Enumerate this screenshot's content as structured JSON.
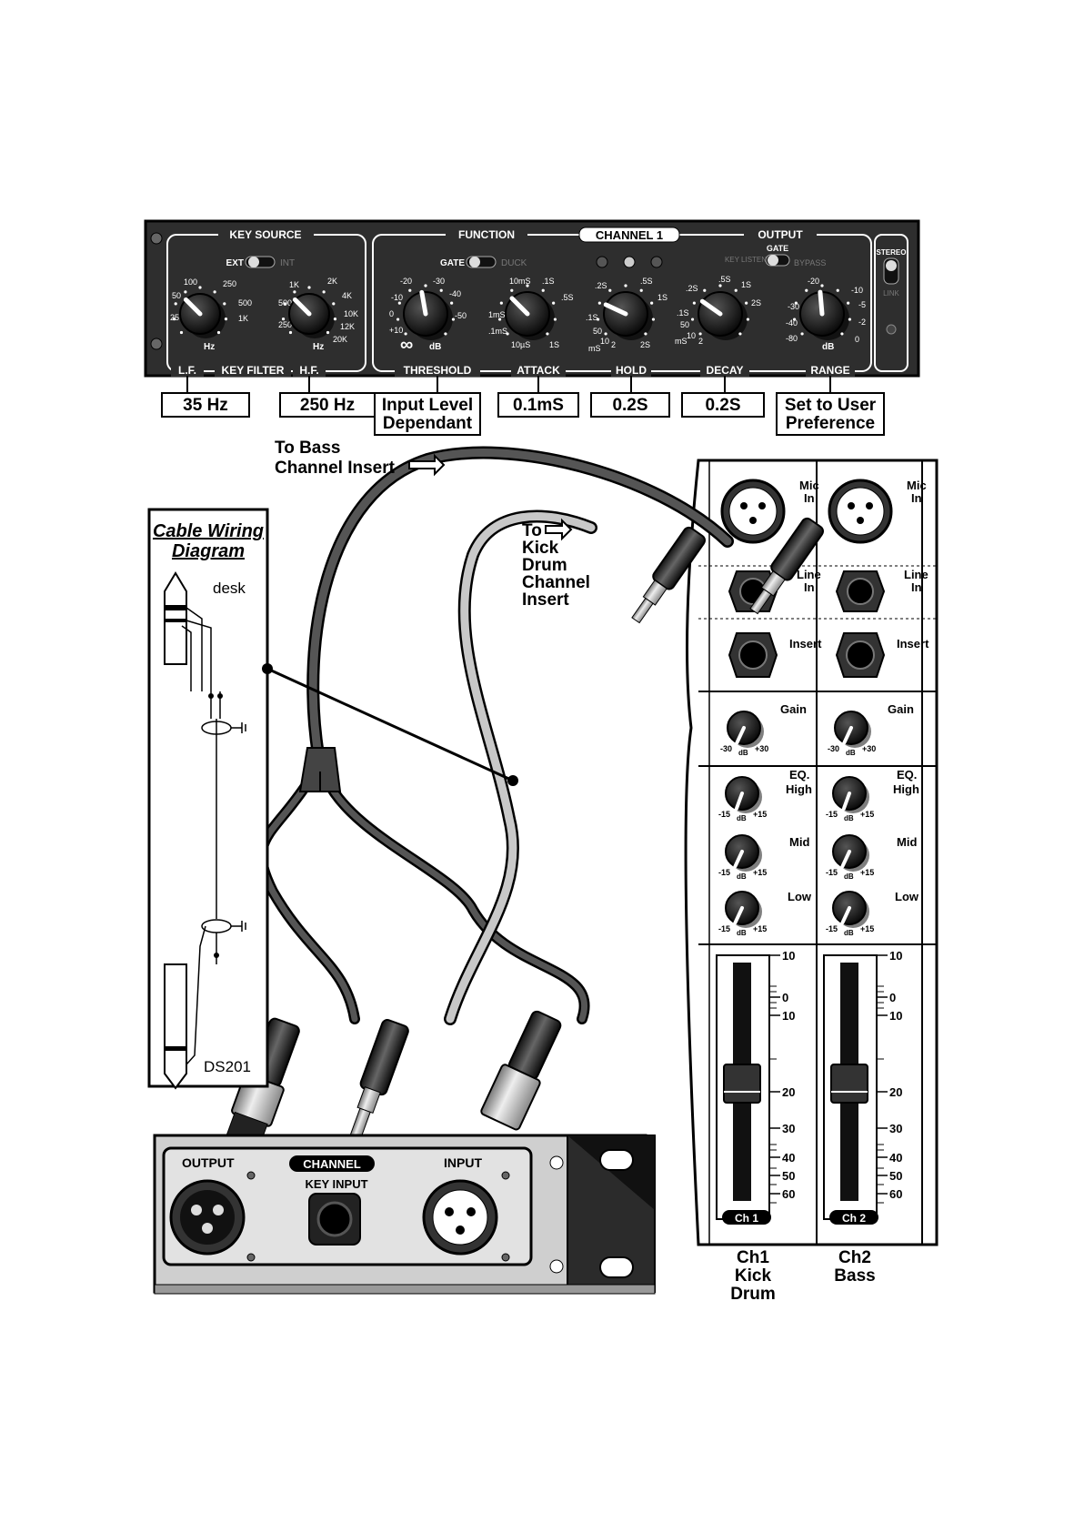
{
  "gate_panel": {
    "channel_title": "CHANNEL 1",
    "sections": {
      "key_source": "KEY SOURCE",
      "function": "FUNCTION",
      "output": "OUTPUT"
    },
    "toggles": {
      "key_source": {
        "left": "EXT",
        "right": "INT"
      },
      "function": {
        "left": "GATE",
        "right": "DUCK"
      },
      "output": {
        "left": "KEY LISTEN",
        "top": "GATE",
        "right": "BYPASS"
      },
      "stereo": {
        "top": "STEREO",
        "bottom": "LINK"
      }
    },
    "knob_labels": [
      "L.F.",
      "KEY FILTER",
      "H.F.",
      "THRESHOLD",
      "ATTACK",
      "HOLD",
      "DECAY",
      "RANGE"
    ],
    "lf_ticks": [
      "25",
      "50",
      "100",
      "250",
      "500",
      "1K"
    ],
    "hf_ticks": [
      "250",
      "500",
      "1K",
      "2K",
      "4K",
      "10K",
      "12K",
      "20K"
    ],
    "threshold_ticks": [
      "+10",
      "0",
      "-10",
      "-20",
      "-30",
      "-40",
      "-50",
      "∞"
    ],
    "attack_ticks": [
      ".1mS",
      "1mS",
      "10mS",
      ".1S",
      ".5S",
      "10µS",
      "1S"
    ],
    "hold_ticks": [
      ".1S",
      ".2S",
      ".5S",
      "1S",
      "50",
      "10",
      "2",
      "mS",
      "2S"
    ],
    "decay_ticks": [
      ".1S",
      ".2S",
      ".5S",
      "1S",
      "2S",
      "50",
      "10",
      "2",
      "mS"
    ],
    "range_ticks": [
      "-80",
      "-40",
      "-30",
      "-20",
      "-10",
      "-5",
      "-2",
      "0"
    ],
    "unit_hz": "Hz",
    "unit_db": "dB"
  },
  "settings": [
    {
      "line1": "35 Hz",
      "line2": ""
    },
    {
      "line1": "250 Hz",
      "line2": ""
    },
    {
      "line1": "Input Level",
      "line2": "Dependant"
    },
    {
      "line1": "0.1mS",
      "line2": ""
    },
    {
      "line1": "0.2S",
      "line2": ""
    },
    {
      "line1": "0.2S",
      "line2": ""
    },
    {
      "line1": "Set to User",
      "line2": "Preference"
    }
  ],
  "labels": {
    "bass_insert_1": "To Bass",
    "bass_insert_2": "Channel Insert",
    "kick_1": "To",
    "kick_2": "Kick",
    "kick_3": "Drum",
    "kick_4": "Channel",
    "kick_5": "Insert"
  },
  "wiring": {
    "title_1": "Cable Wiring",
    "title_2": "Diagram",
    "top": "desk",
    "bottom": "DS201"
  },
  "rear_panel": {
    "output": "OUTPUT",
    "channel": "CHANNEL",
    "key_input": "KEY INPUT",
    "input": "INPUT"
  },
  "mixer": {
    "mic_in_1": "Mic",
    "mic_in_2": "In",
    "line_in_1": "Line",
    "line_in_2": "In",
    "insert": "Insert",
    "gain": "Gain",
    "eq": "EQ.",
    "high": "High",
    "mid": "Mid",
    "low": "Low",
    "gain_min": "-30",
    "gain_max": "+30",
    "eq_min": "-15",
    "eq_max": "+15",
    "unit": "dB",
    "fader_scale": [
      "10",
      "0",
      "10",
      "20",
      "30",
      "40",
      "50",
      "60"
    ],
    "channels": [
      {
        "badge": "Ch 1",
        "name_1": "Ch1",
        "name_2": "Kick",
        "name_3": "Drum"
      },
      {
        "badge": "Ch 2",
        "name_1": "Ch2",
        "name_2": "Bass",
        "name_3": ""
      }
    ]
  }
}
